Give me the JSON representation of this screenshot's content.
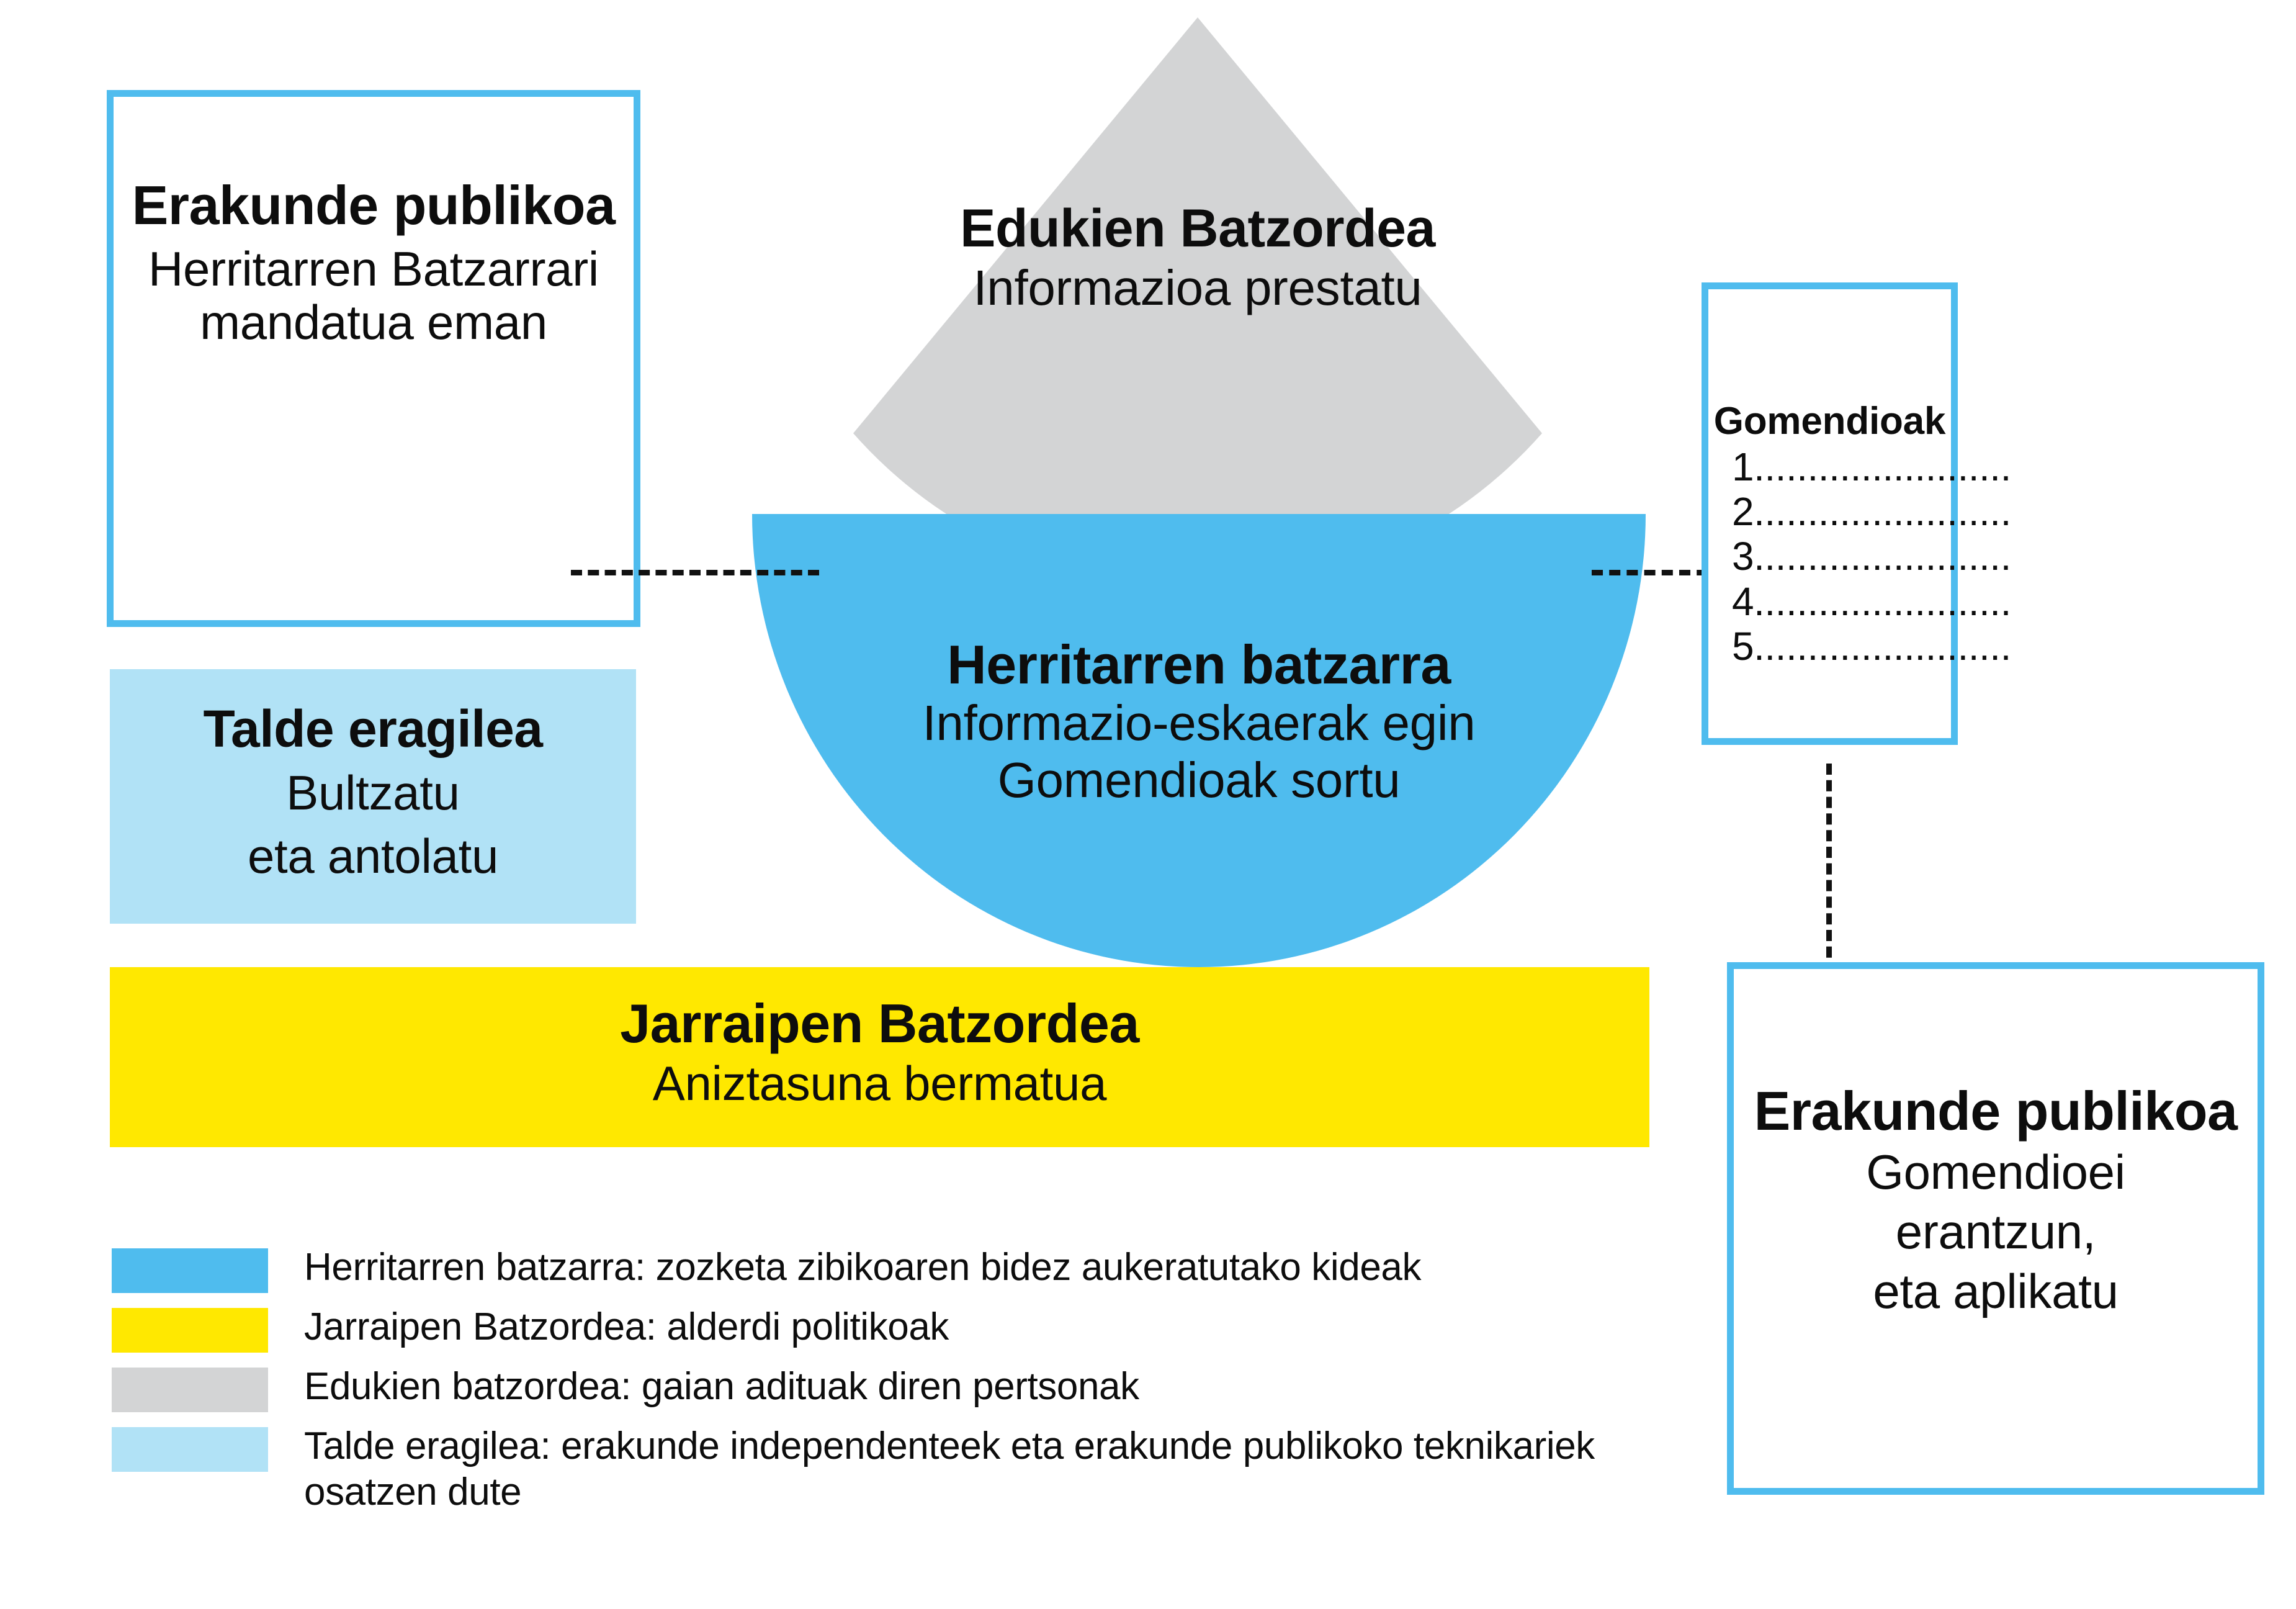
{
  "colors": {
    "blue": "#4FBCEE",
    "yellow": "#FFE800",
    "gray": "#D3D4D5",
    "light_blue": "#B1E2F6",
    "ink": "#0D0D0D"
  },
  "public_institution_left": {
    "title": "Erakunde publikoa",
    "subtitle": "Herritarren Batzarrari mandatua eman"
  },
  "content_committee": {
    "title": "Edukien Batzordea",
    "subtitle": "Informazioa prestatu"
  },
  "citizen_assembly": {
    "title": "Herritarren batzarra",
    "subtitle_line1": "Informazio-eskaerak egin",
    "subtitle_line2": "Gomendioak sortu"
  },
  "working_group": {
    "title": "Talde eragilea",
    "subtitle_line1": "Bultzatu",
    "subtitle_line2": "eta antolatu"
  },
  "monitoring_committee": {
    "title": "Jarraipen Batzordea",
    "subtitle": "Aniztasuna bermatua"
  },
  "recommendations": {
    "title": "Gomendioak",
    "items": [
      "1........................",
      "2........................",
      "3........................",
      "4........................",
      "5........................"
    ]
  },
  "public_institution_right": {
    "title": "Erakunde publikoa",
    "subtitle_line1": "Gomendioei",
    "subtitle_line2": "erantzun,",
    "subtitle_line3": "eta aplikatu"
  },
  "legend": {
    "items": [
      {
        "color": "#4FBCEE",
        "text": "Herritarren batzarra: zozketa zibikoaren bidez aukeratutako kideak"
      },
      {
        "color": "#FFE800",
        "text": "Jarraipen Batzordea: alderdi politikoak"
      },
      {
        "color": "#D3D4D5",
        "text": "Edukien batzordea: gaian adituak diren pertsonak"
      },
      {
        "color": "#B1E2F6",
        "text": "Talde eragilea: erakunde independenteek eta erakunde publikoko teknikariek osatzen dute"
      }
    ]
  }
}
